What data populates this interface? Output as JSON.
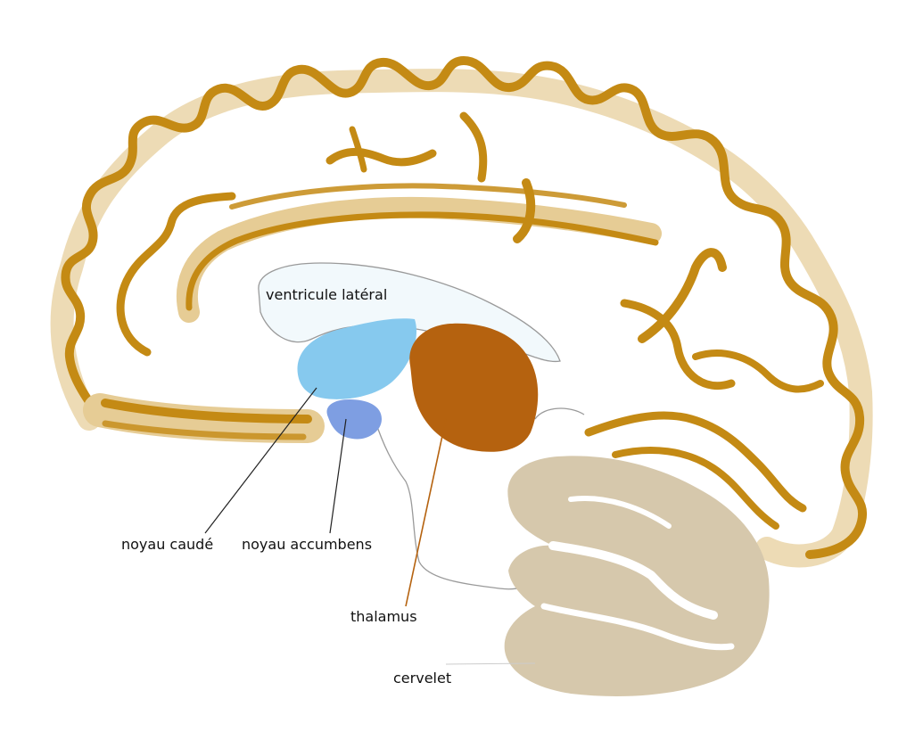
{
  "labels": {
    "ventricle": "ventricule latéral",
    "caudate": "noyau caudé",
    "accumbens": "noyau accumbens",
    "thalamus": "thalamus",
    "cerebellum": "cervelet"
  },
  "colors": {
    "cortex_dark": "#c48a14",
    "cortex_light": "#e6cc95",
    "ventricle_fill": "#f2f9fc",
    "caudate": "#86c9ee",
    "accumbens": "#7e9ee2",
    "thalamus": "#b5620f",
    "cerebellum": "#d6c8ac",
    "outline": "#9a9a9a"
  }
}
